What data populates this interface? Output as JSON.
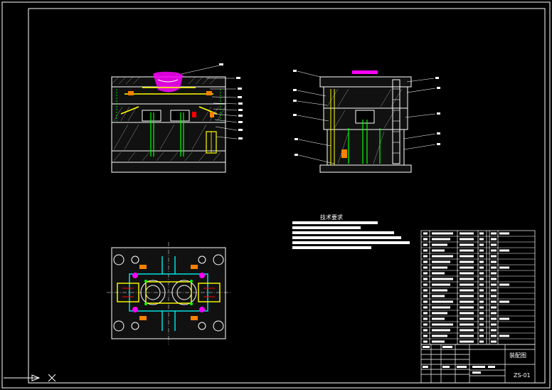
{
  "title_block": {
    "drawing_name": "装配图",
    "drawing_number": "ZS-01"
  },
  "tech_requirements": {
    "heading": "技术要求"
  },
  "colors": {
    "background": "#000000",
    "line": "#ffffff",
    "yellow": "#ffff00",
    "green": "#00ff00",
    "magenta": "#ff00ff",
    "cyan": "#00ffff",
    "orange": "#ff8000",
    "red": "#ff0000"
  }
}
